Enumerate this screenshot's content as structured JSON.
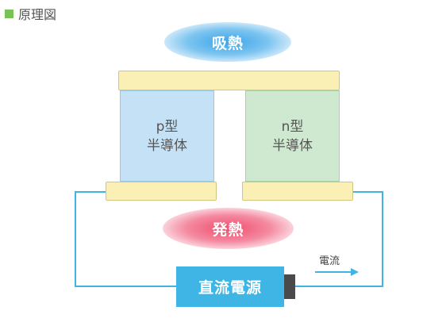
{
  "title": {
    "text": "原理図"
  },
  "heat_absorb": {
    "label": "吸熱"
  },
  "heat_release": {
    "label": "発熱"
  },
  "p_type": {
    "line1": "p型",
    "line2": "半導体"
  },
  "n_type": {
    "line1": "n型",
    "line2": "半導体"
  },
  "power_supply": {
    "label": "直流電源"
  },
  "current": {
    "label": "電流"
  },
  "colors": {
    "accent_green": "#78c257",
    "plate": "#faf0b6",
    "p_semiconductor": "#c4e1f6",
    "n_semiconductor": "#cfe9d1",
    "wire": "#3fb5e6",
    "absorb": "#3aa4e8",
    "release": "#ef4e6c"
  }
}
